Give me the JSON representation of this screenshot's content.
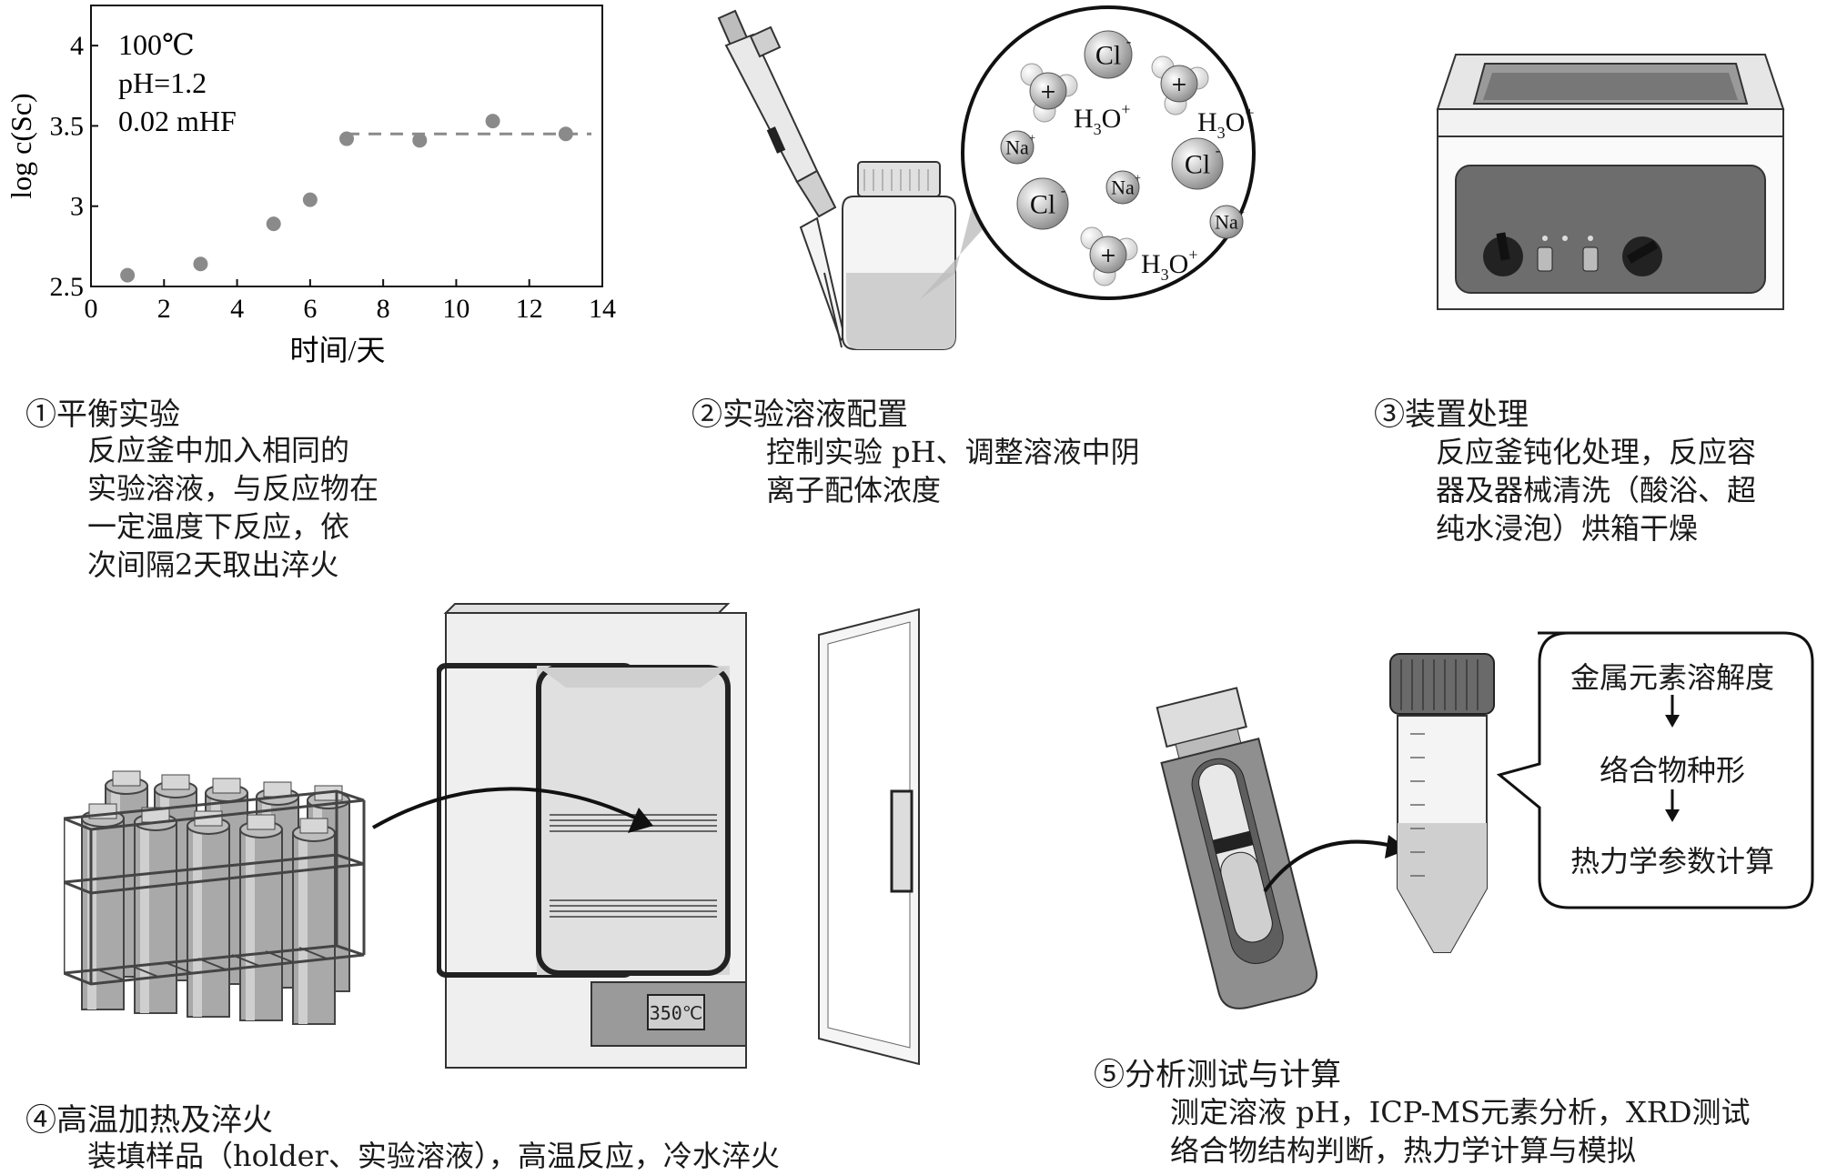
{
  "chart_data": {
    "type": "scatter",
    "xlabel": "时间/天",
    "ylabel": "log c(Sc)",
    "xlim": [
      0,
      14
    ],
    "ylim": [
      2.5,
      4.25
    ],
    "xticks": [
      0,
      2,
      4,
      6,
      8,
      10,
      12,
      14
    ],
    "yticks": [
      2.5,
      3,
      3.5,
      4
    ],
    "xtick_labels": [
      "0",
      "2",
      "4",
      "6",
      "8",
      "10",
      "12",
      "14"
    ],
    "ytick_labels": [
      "2.5",
      "3",
      "3.5",
      "4"
    ],
    "annotations": [
      "100℃",
      "pH=1.2",
      "0.02 mHF"
    ],
    "points": [
      {
        "x": 1,
        "y": 2.57
      },
      {
        "x": 3,
        "y": 2.64
      },
      {
        "x": 5,
        "y": 2.89
      },
      {
        "x": 6,
        "y": 3.04
      },
      {
        "x": 7,
        "y": 3.42
      },
      {
        "x": 9,
        "y": 3.41
      },
      {
        "x": 11,
        "y": 3.53
      },
      {
        "x": 13,
        "y": 3.45
      }
    ],
    "reference_line": {
      "y": 3.45,
      "x_from": 7,
      "x_to": 14,
      "style": "dashed"
    },
    "marker_color": "#8a8a8a",
    "grid": false
  },
  "steps": {
    "s1": {
      "title": "①平衡实验",
      "body": "反应釜中加入相同的\n实验溶液，与反应物在\n一定温度下反应，依\n次间隔2天取出淬火"
    },
    "s2": {
      "title": "②实验溶液配置",
      "body": "控制实验 pH、调整溶液中阴\n离子配体浓度"
    },
    "s3": {
      "title": "③装置处理",
      "body": "反应釜钝化处理，反应容\n器及器械清洗（酸浴、超\n纯水浸泡）烘箱干燥"
    },
    "s4": {
      "title": "④高温加热及淬火",
      "body": "装填样品（holder、实验溶液），高温反应，冷水淬火"
    },
    "s5": {
      "title": "⑤分析测试与计算",
      "body": "测定溶液 pH，ICP-MS元素分析，XRD测试\n络合物结构判断，热力学计算与模拟"
    }
  },
  "ions": {
    "cl": "Cl",
    "cl_sup": "-",
    "na": "Na",
    "na_sup": "+",
    "h3o_h": "H",
    "h3o_sub": "3",
    "h3o_o": "O",
    "h3o_sup": "+",
    "plus": "+"
  },
  "oven_display": "350℃",
  "bubble": {
    "items": [
      "金属元素溶解度",
      "络合物种形",
      "热力学参数计算"
    ]
  },
  "colors": {
    "line": "#1a1a1a",
    "gray_fill": "#d9d9d9",
    "dark_gray": "#555555",
    "light_gray": "#eeeeee"
  }
}
